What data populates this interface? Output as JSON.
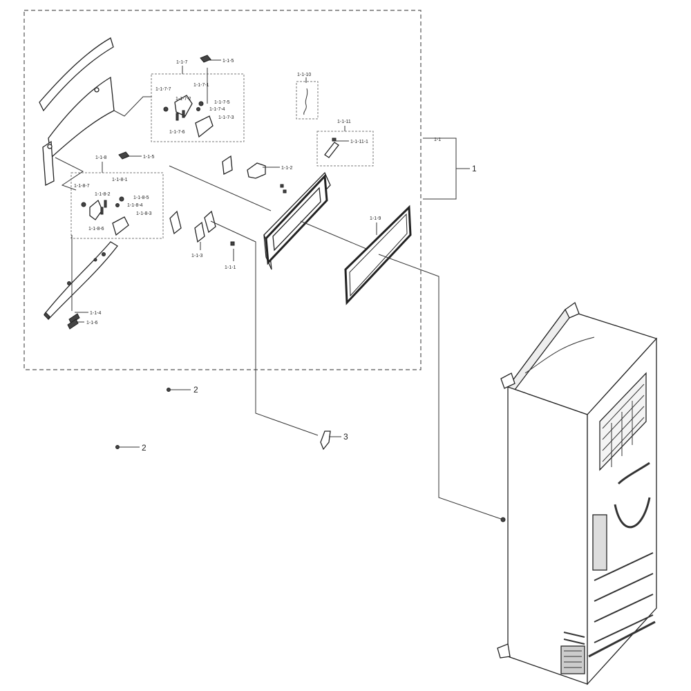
{
  "labels": {
    "p1": "1",
    "p1_1": "1-1",
    "p1_1_1": "1-1-1",
    "p1_1_2": "1-1-2",
    "p1_1_3": "1-1-3",
    "p1_1_4": "1-1-4",
    "p1_1_5a": "1-1-5",
    "p1_1_5b": "1-1-5",
    "p1_1_6": "1-1-6",
    "p1_1_7": "1-1-7",
    "p1_1_7_1": "1-1-7-1",
    "p1_1_7_2": "1-1-7-2",
    "p1_1_7_3": "1-1-7-3",
    "p1_1_7_4": "1-1-7-4",
    "p1_1_7_5": "1-1-7-5",
    "p1_1_7_6": "1-1-7-6",
    "p1_1_7_7": "1-1-7-7",
    "p1_1_8": "1-1-8",
    "p1_1_8_1": "1-1-8-1",
    "p1_1_8_2": "1-1-8-2",
    "p1_1_8_3": "1-1-8-3",
    "p1_1_8_4": "1-1-8-4",
    "p1_1_8_5": "1-1-8-5",
    "p1_1_8_6": "1-1-8-6",
    "p1_1_8_7": "1-1-8-7",
    "p1_1_9": "1-1-9",
    "p1_1_10": "1-1-10",
    "p1_1_11": "1-1-11",
    "p1_1_11_1": "1-1-11-1",
    "p2a": "2",
    "p2b": "2",
    "p3": "3"
  }
}
